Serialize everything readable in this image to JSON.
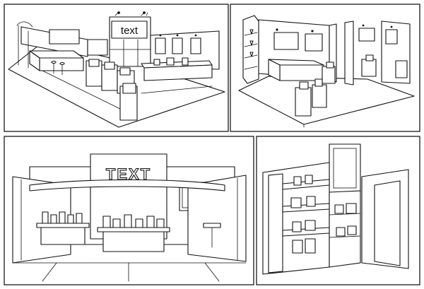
{
  "panels": [
    {
      "id": "booth-1",
      "sign_text": "text"
    },
    {
      "id": "booth-2"
    },
    {
      "id": "booth-3",
      "sign_text": "TEXT"
    },
    {
      "id": "booth-4"
    }
  ],
  "colors": {
    "line": "#111111",
    "background": "#ffffff",
    "frame": "#1a1a1a"
  }
}
